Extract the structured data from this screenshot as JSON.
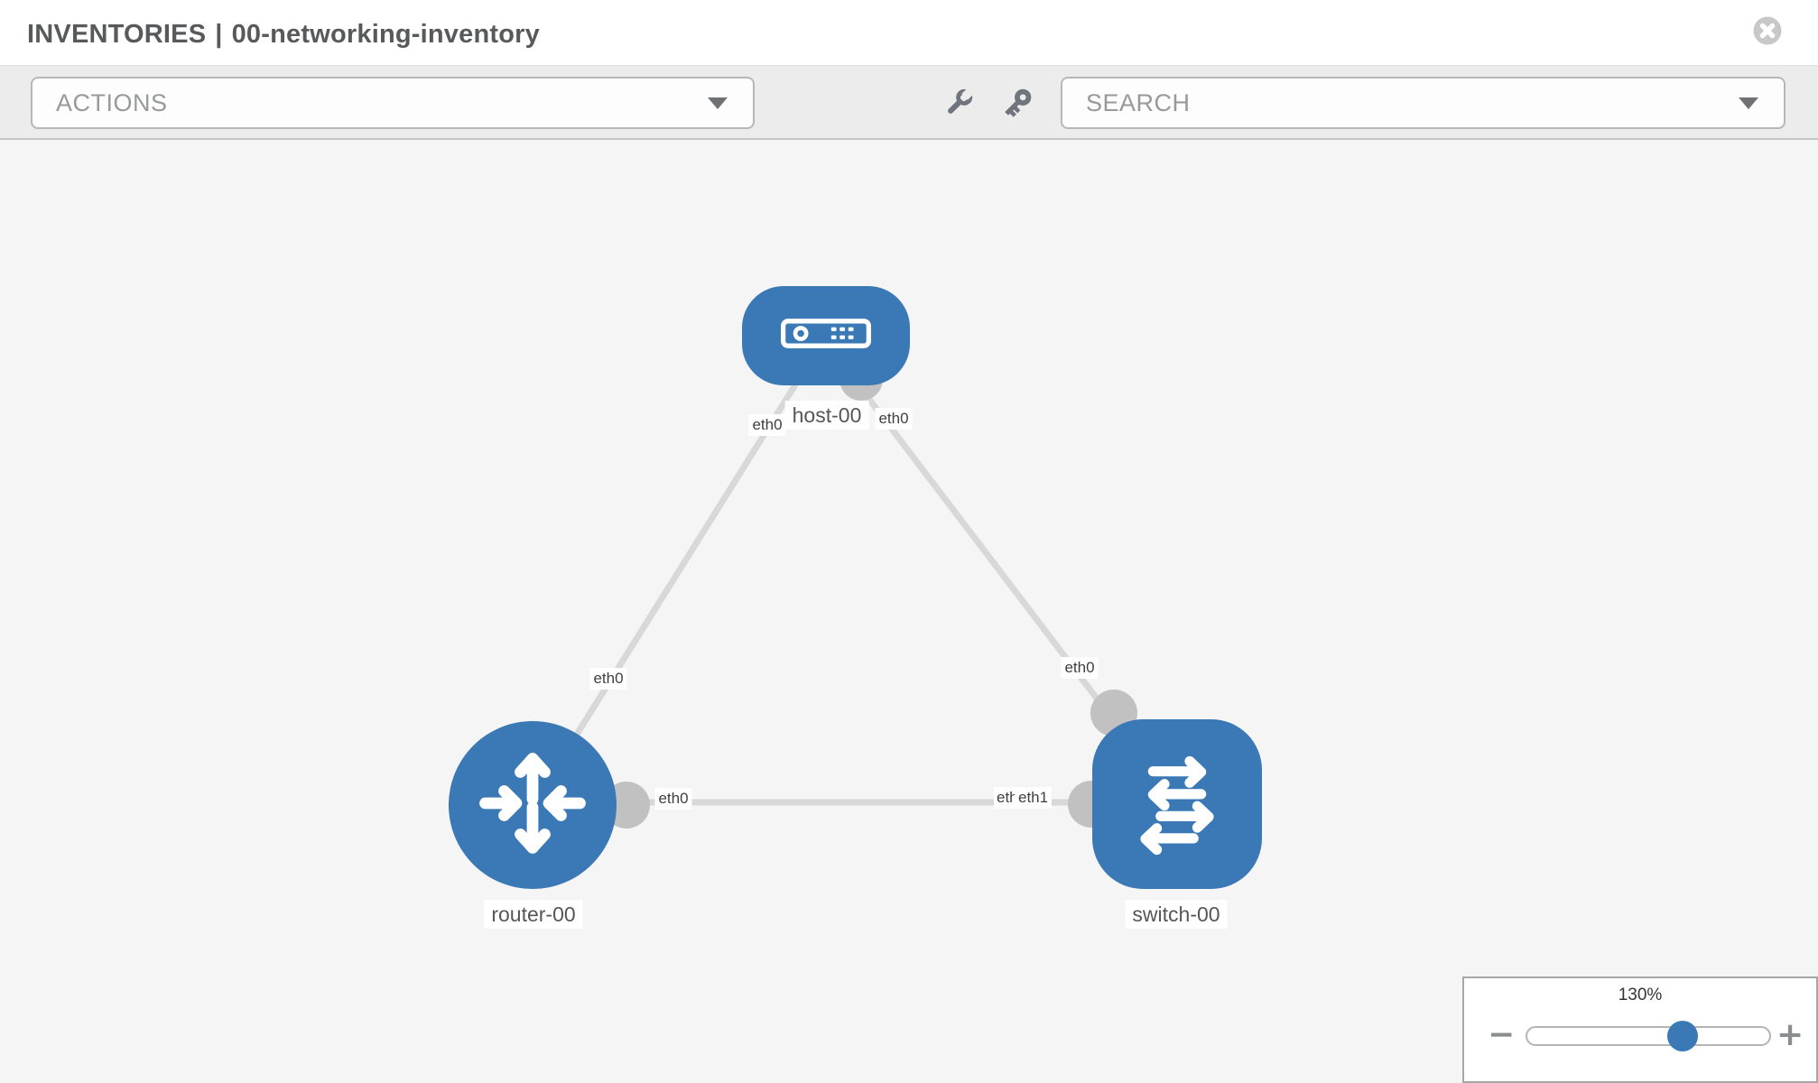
{
  "header": {
    "title_primary": "INVENTORIES",
    "title_separator": "|",
    "title_secondary": "00-networking-inventory"
  },
  "toolbar": {
    "actions_label": "ACTIONS",
    "search_placeholder": "SEARCH",
    "icons": [
      "wrench-icon",
      "key-icon",
      "caret-down-icon"
    ]
  },
  "topology": {
    "nodes": [
      {
        "id": "host-00",
        "label": "host-00",
        "type": "host",
        "icon": "host-icon"
      },
      {
        "id": "router-00",
        "label": "router-00",
        "type": "router",
        "icon": "router-icon"
      },
      {
        "id": "switch-00",
        "label": "switch-00",
        "type": "switch",
        "icon": "switch-icon"
      }
    ],
    "links": [
      {
        "from": "host-00",
        "to": "router-00",
        "from_interface": "eth0",
        "to_interface": "eth0"
      },
      {
        "from": "host-00",
        "to": "switch-00",
        "from_interface": "eth0",
        "to_interface": "eth0"
      },
      {
        "from": "router-00",
        "to": "switch-00",
        "from_interface": "eth0",
        "to_interface": "eth1",
        "to_interface_hidden": "eth0"
      }
    ]
  },
  "zoom_control": {
    "value": "130%",
    "minus_label": "−",
    "plus_label": "+"
  },
  "colors": {
    "node_blue": "#3a79b6",
    "link_gray": "#d8d8d8",
    "connector_gray": "#c1c1c1",
    "canvas_bg": "#f5f5f5",
    "toolbar_bg": "#ececec",
    "close_gray": "#c8c8c8"
  }
}
